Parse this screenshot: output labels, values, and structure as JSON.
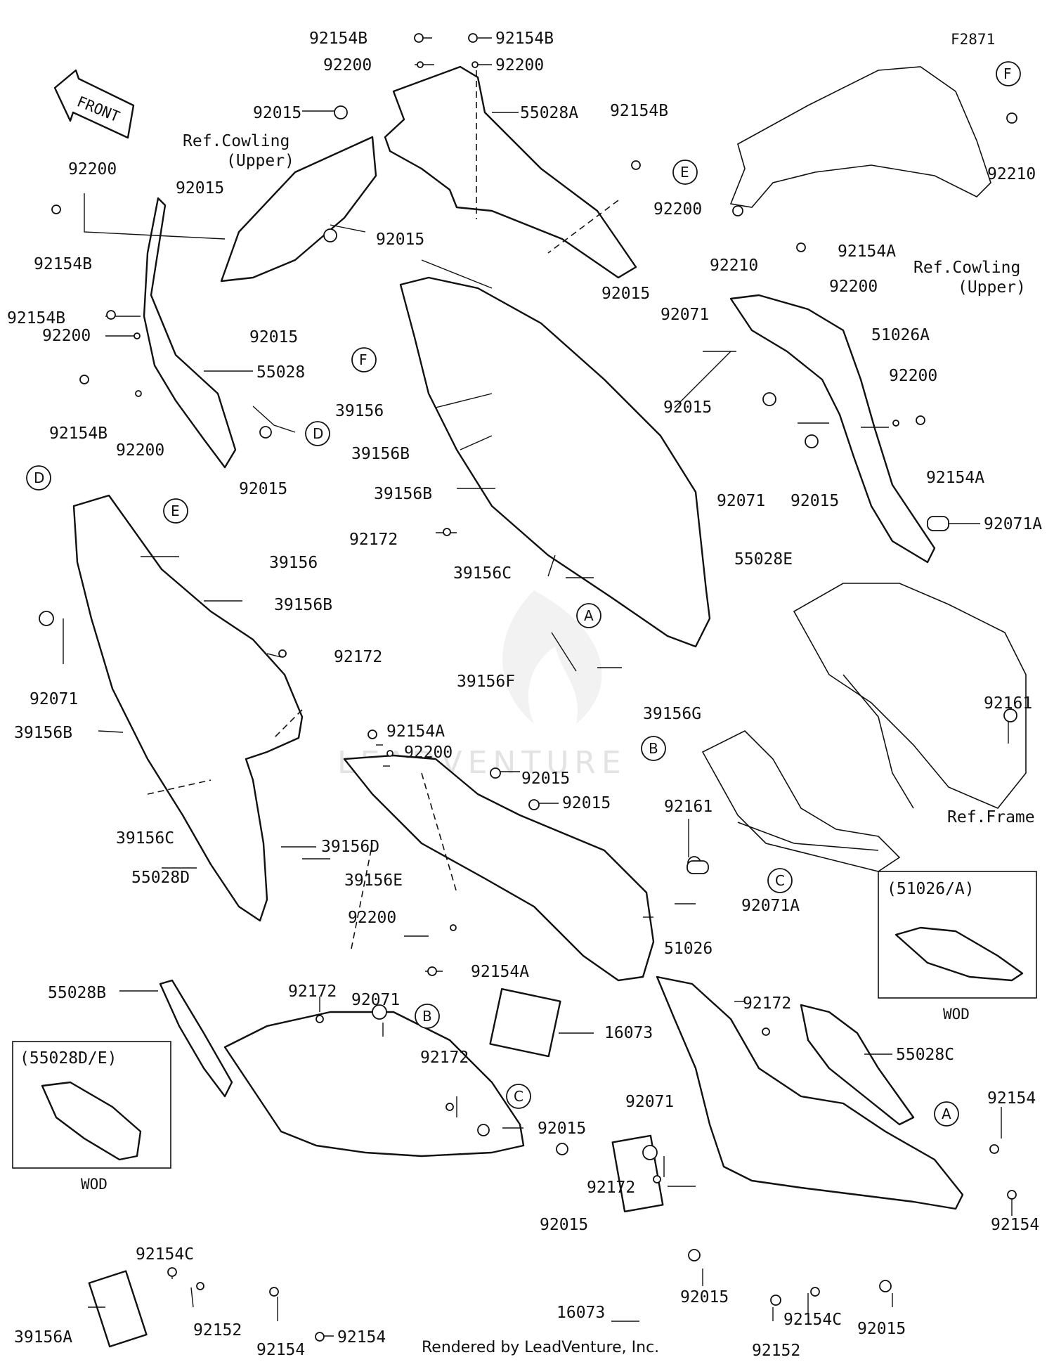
{
  "figure_code": "F2871",
  "front_label": "FRONT",
  "footer": "Rendered by LeadVenture, Inc.",
  "watermark": "LEADVENTURE",
  "refs": {
    "cowling_upper_1": "Ref.Cowling",
    "cowling_upper_2": "(Upper)",
    "frame": "Ref.Frame"
  },
  "callouts": {
    "a": "A",
    "b": "B",
    "c": "C",
    "d": "D",
    "e": "E",
    "f": "F"
  },
  "inset_boxes": {
    "box1_title": "(51026/A)",
    "box1_note": "WOD",
    "box2_title": "(55028D/E)",
    "box2_note": "WOD"
  },
  "labels": {
    "l_92154B_1": "92154B",
    "l_92200_1": "92200",
    "l_92154B_2": "92154B",
    "l_92200_2": "92200",
    "l_55028A": "55028A",
    "l_92154B_3": "92154B",
    "l_92200_3": "92200",
    "l_92015_1": "92015",
    "l_92200_4": "92200",
    "l_92015_2": "92015",
    "l_92154B_4": "92154B",
    "l_92015_3": "92015",
    "l_92015_4": "92015",
    "l_92154B_5": "92154B",
    "l_92200_5": "92200",
    "l_55028": "55028",
    "l_92154B_6": "92154B",
    "l_92200_6": "92200",
    "l_92015_5": "92015",
    "l_92210_1": "92210",
    "l_92210_2": "92210",
    "l_92154A_1": "92154A",
    "l_92200_7": "92200",
    "l_92015_6": "92015",
    "l_92071_1": "92071",
    "l_51026A": "51026A",
    "l_92015_7": "92015",
    "l_92200_8": "92200",
    "l_39156_1": "39156",
    "l_39156B_1": "39156B",
    "l_92071_2": "92071",
    "l_92015_8": "92015",
    "l_92154A_2": "92154A",
    "l_39156B_2": "39156B",
    "l_92172_1": "92172",
    "l_92071A_1": "92071A",
    "l_55028E": "55028E",
    "l_39156C_1": "39156C",
    "l_39156_2": "39156",
    "l_39156B_3": "39156B",
    "l_92172_2": "92172",
    "l_92071_3": "92071",
    "l_39156B_4": "39156B",
    "l_39156F": "39156F",
    "l_39156G": "39156G",
    "l_92154A_3": "92154A",
    "l_92200_9": "92200",
    "l_92015_9": "92015",
    "l_92015_10": "92015",
    "l_92161_1": "92161",
    "l_92161_2": "92161",
    "l_39156C_2": "39156C",
    "l_39156D": "39156D",
    "l_55028D": "55028D",
    "l_39156E": "39156E",
    "l_92200_10": "92200",
    "l_92071A_2": "92071A",
    "l_92154A_4": "92154A",
    "l_51026": "51026",
    "l_55028B": "55028B",
    "l_92172_3": "92172",
    "l_92071_4": "92071",
    "l_16073_1": "16073",
    "l_92172_4": "92172",
    "l_92015_11": "92015",
    "l_92172_5": "92172",
    "l_55028C": "55028C",
    "l_92071_5": "92071",
    "l_92154_1": "92154",
    "l_92172_6": "92172",
    "l_92015_12": "92015",
    "l_92154C_1": "92154C",
    "l_92154_2": "92154",
    "l_92152_1": "92152",
    "l_92154_3": "92154",
    "l_92154_4": "92154",
    "l_39156A": "39156A",
    "l_16073_2": "16073",
    "l_92015_13": "92015",
    "l_92154C_2": "92154C",
    "l_92015_14": "92015",
    "l_92152_2": "92152"
  }
}
